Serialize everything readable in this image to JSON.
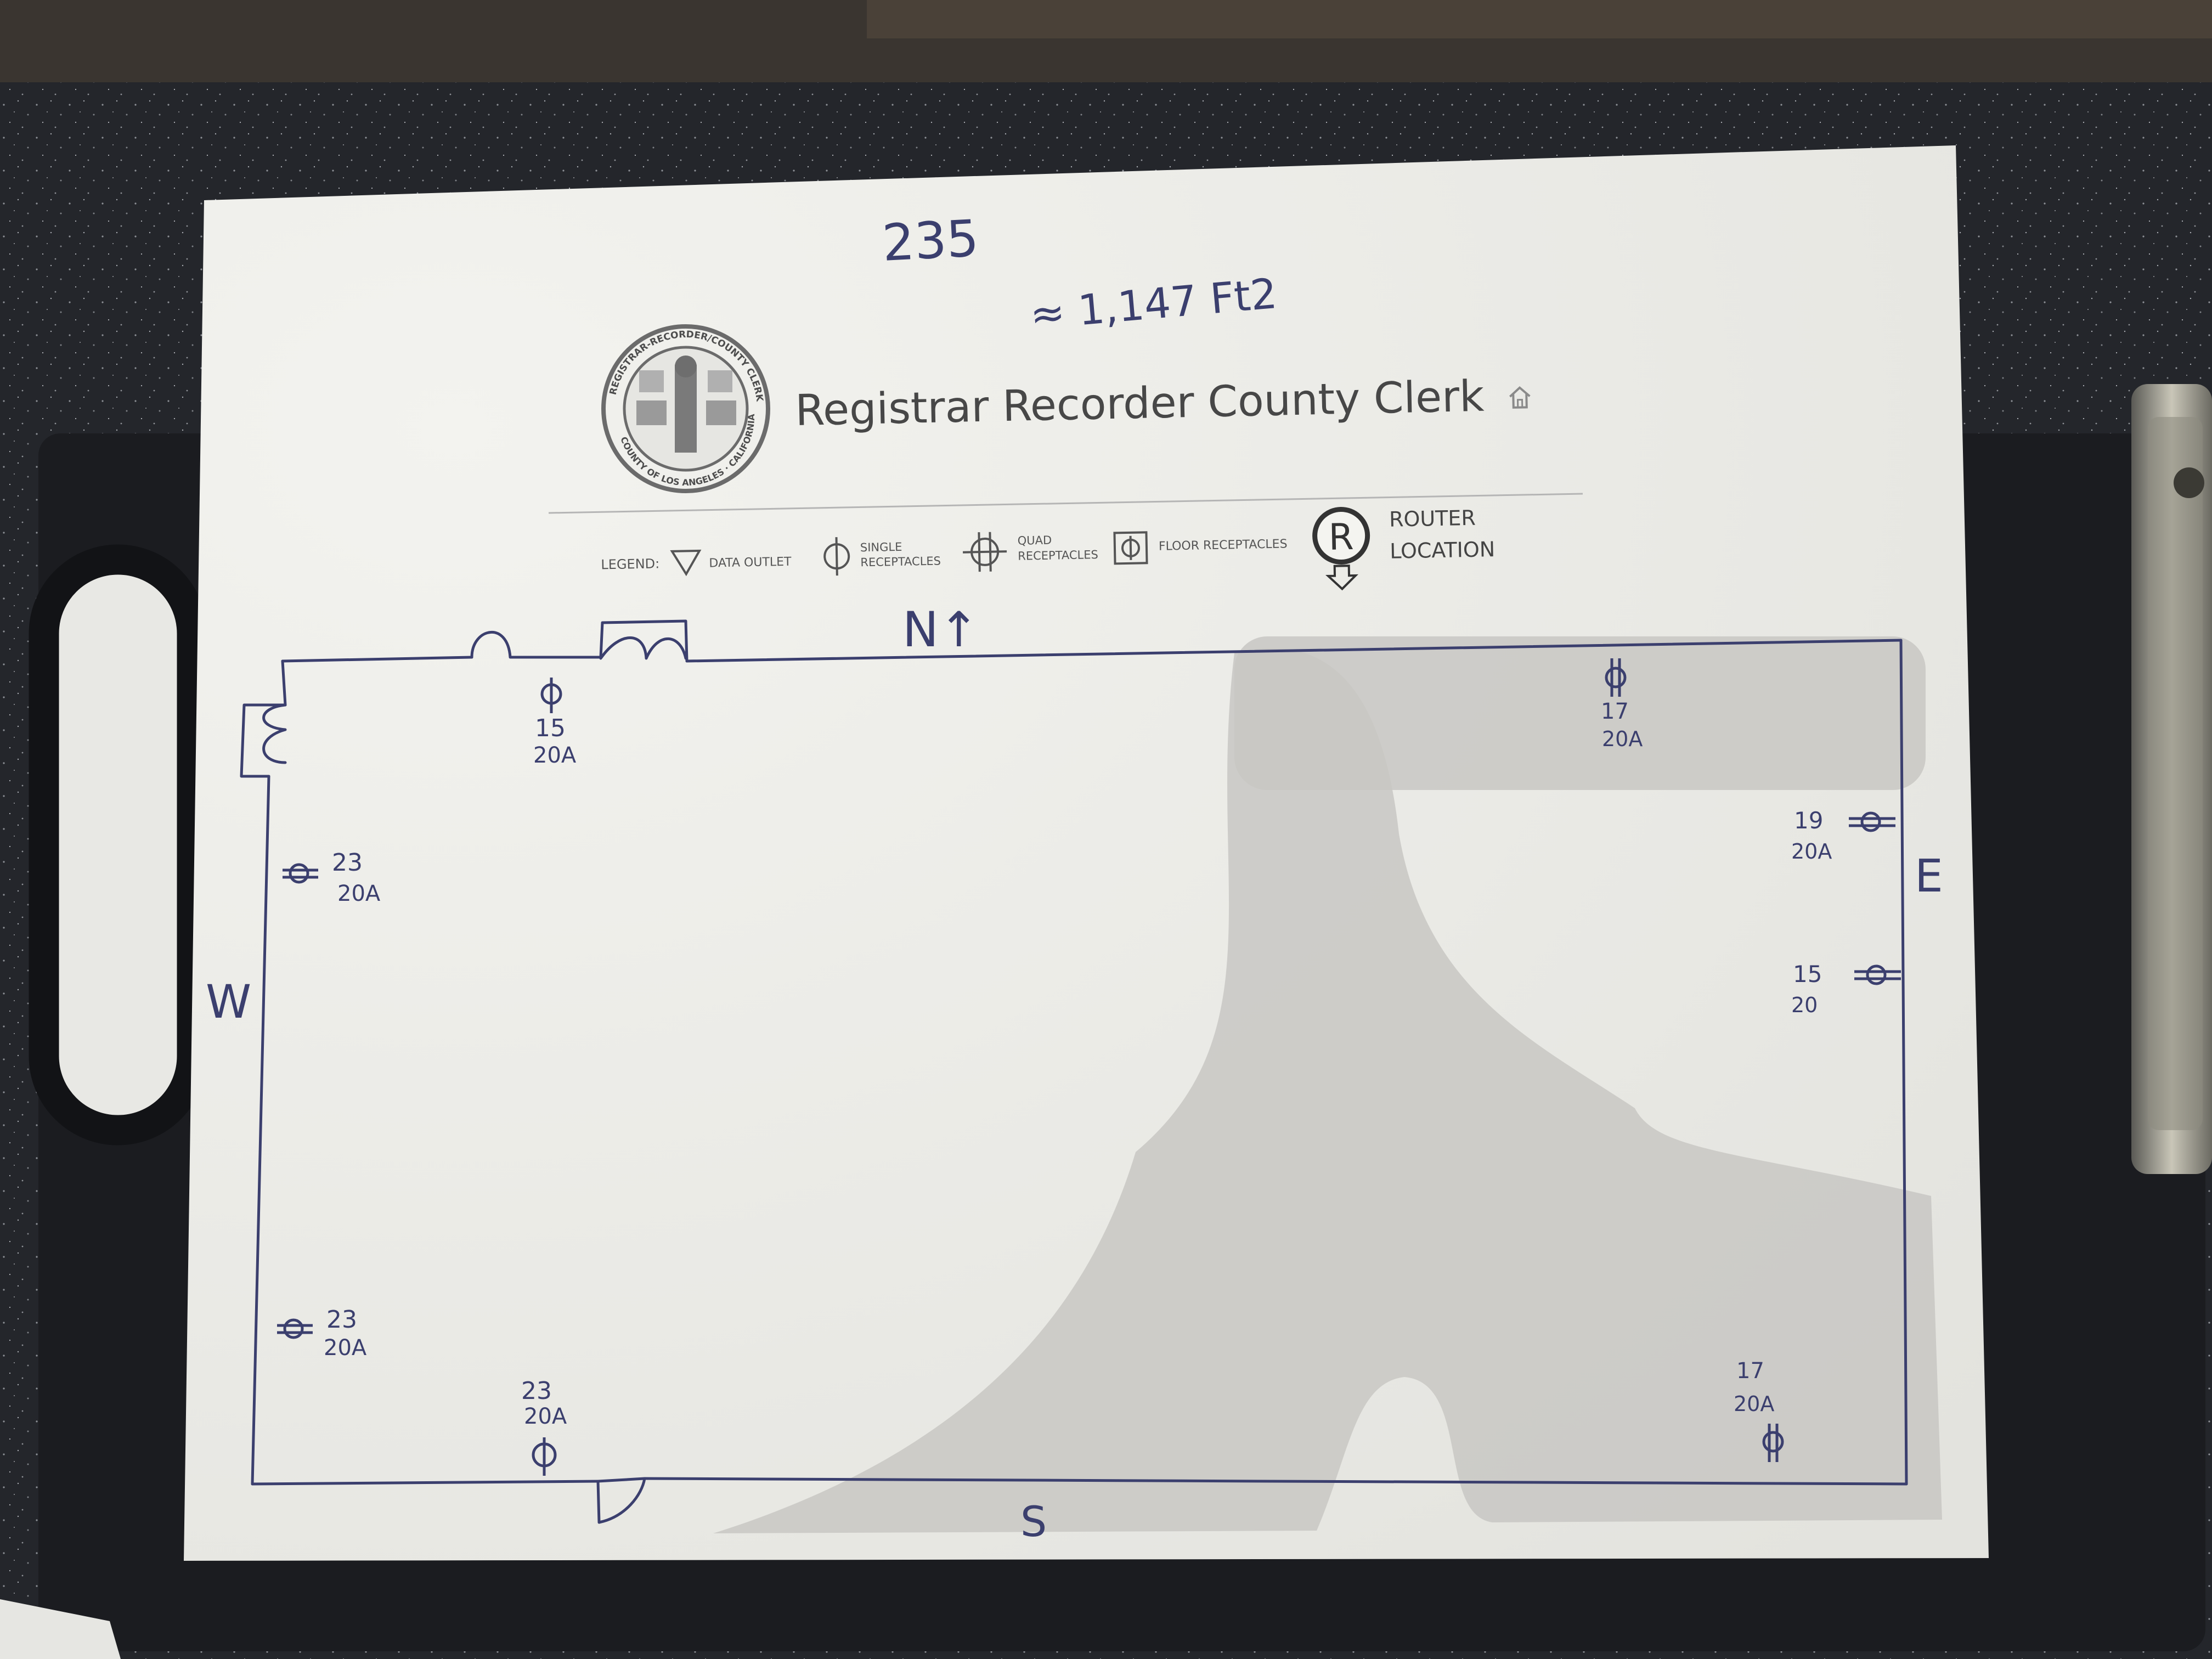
{
  "header": {
    "room_number": "235",
    "area": "≈ 1,147 Ft2",
    "title": "Registrar Recorder County Clerk",
    "seal_top_text": "REGISTRAR-RECORDER/COUNTY CLERK",
    "seal_bottom_text": "COUNTY OF LOS ANGELES · CALIFORNIA",
    "home_icon": "home-icon"
  },
  "legend": {
    "label": "LEGEND:",
    "items": [
      {
        "icon": "data-outlet-triangle-icon",
        "label_lines": [
          "DATA OUTLET"
        ]
      },
      {
        "icon": "single-receptacle-icon",
        "label_lines": [
          "SINGLE",
          "RECEPTACLES"
        ]
      },
      {
        "icon": "quad-receptacle-icon",
        "label_lines": [
          "QUAD",
          "RECEPTACLES"
        ]
      },
      {
        "icon": "floor-receptacle-icon",
        "label_lines": [
          "FLOOR RECEPTACLES"
        ]
      },
      {
        "icon": "router-location-icon",
        "symbol": "R",
        "label_lines": [
          "ROUTER",
          "LOCATION"
        ]
      }
    ]
  },
  "compass": {
    "north": "N↑",
    "south": "S",
    "east": "E",
    "west": "W"
  },
  "outlets": [
    {
      "id": "north-west",
      "wall": "north",
      "circuit": "15",
      "amps": "20A"
    },
    {
      "id": "north-east",
      "wall": "north",
      "circuit": "17",
      "amps": "20A"
    },
    {
      "id": "east-upper",
      "wall": "east",
      "circuit": "19",
      "amps": "20A"
    },
    {
      "id": "east-lower",
      "wall": "east",
      "circuit": "15",
      "amps": "20"
    },
    {
      "id": "west-upper",
      "wall": "west",
      "circuit": "23",
      "amps": "20A"
    },
    {
      "id": "west-lower",
      "wall": "west",
      "circuit": "23",
      "amps": "20A"
    },
    {
      "id": "south-west",
      "wall": "south",
      "circuit": "23",
      "amps": "20A"
    },
    {
      "id": "south-east",
      "wall": "south",
      "circuit": "17",
      "amps": "20A"
    }
  ],
  "colors": {
    "paper": "#ecece7",
    "ink": "#3b3f6e",
    "print": "#4a4a4a",
    "countertop": "#24262b",
    "shadow": "#c7c6c3"
  }
}
